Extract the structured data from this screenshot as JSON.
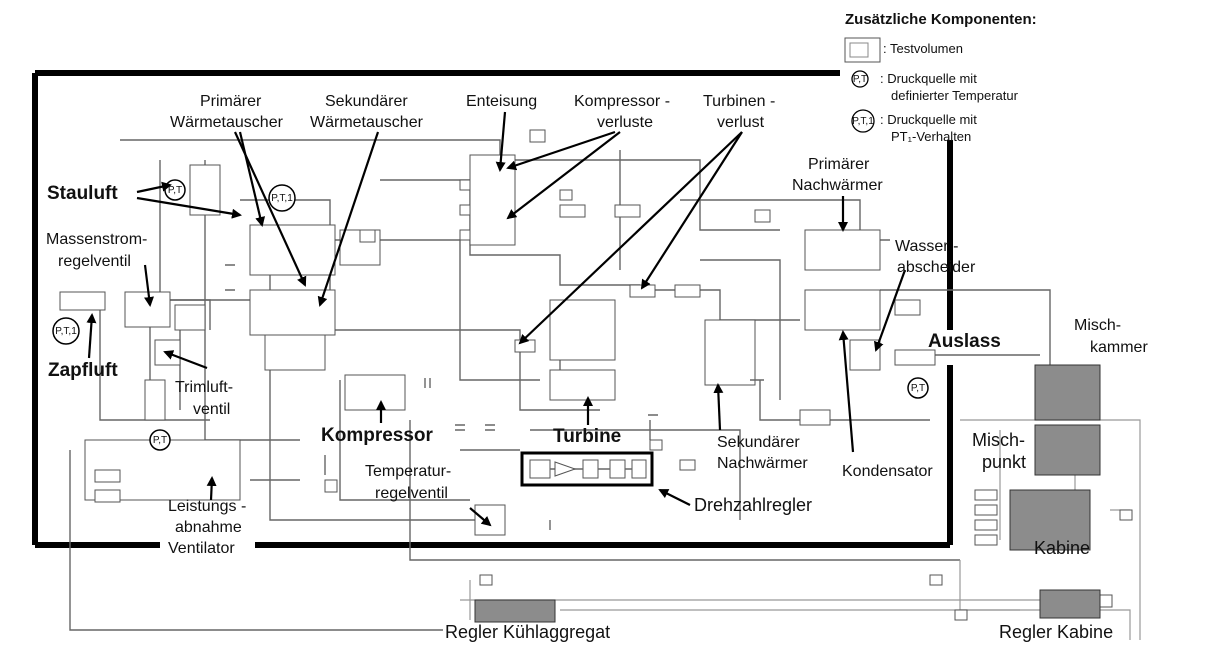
{
  "legend": {
    "title": "Zusätzliche Komponenten:",
    "items": [
      {
        "icon": "test-volume-block",
        "text": ": Testvolumen"
      },
      {
        "icon": "pressure-source-pt",
        "symbol": "P,T",
        "text_line1": ": Druckquelle mit",
        "text_line2": "definierter Temperatur"
      },
      {
        "icon": "pressure-source-pt1",
        "symbol": "P,T,1",
        "text_line1": ": Druckquelle mit",
        "text_line2": "PT₁-Verhalten"
      }
    ]
  },
  "labels": {
    "stauluft": "Stauluft",
    "massenstrom_1": "Massenstrom-",
    "massenstrom_2": "regelventil",
    "zapfluft": "Zapfluft",
    "primaer_wt_1": "Primärer",
    "primaer_wt_2": "Wärmetauscher",
    "sekundaer_wt_1": "Sekundärer",
    "sekundaer_wt_2": "Wärmetauscher",
    "enteisung": "Enteisung",
    "kompressor_verluste_1": "Kompressor -",
    "kompressor_verluste_2": "verluste",
    "turbinen_verlust_1": "Turbinen -",
    "turbinen_verlust_2": "verlust",
    "primaer_nw_1": "Primärer",
    "primaer_nw_2": "Nachwärmer",
    "wasser_1": "Wasser -",
    "wasser_2": "abscheider",
    "auslass": "Auslass",
    "misch_kammer_1": "Misch-",
    "misch_kammer_2": "kammer",
    "misch_punkt_1": "Misch-",
    "misch_punkt_2": "punkt",
    "kabine": "Kabine",
    "trimluft_1": "Trimluft-",
    "trimluft_2": "ventil",
    "kompressor": "Kompressor",
    "turbine": "Turbine",
    "temperatur_1": "Temperatur-",
    "temperatur_2": "regelventil",
    "drehzahlregler": "Drehzahlregler",
    "sekundaer_nw_1": "Sekundärer",
    "sekundaer_nw_2": "Nachwärmer",
    "kondensator": "Kondensator",
    "leistung_1": "Leistungs -",
    "leistung_2": "abnahme",
    "leistung_3": "Ventilator",
    "regler_kuehl": "Regler Kühlaggregat",
    "regler_kabine": "Regler Kabine"
  },
  "symbols": {
    "pt": "P,T",
    "pt1": "P,T,1"
  },
  "colors": {
    "frame": "#000000",
    "grey_block": "#8c8c8c",
    "wire": "#666666"
  }
}
